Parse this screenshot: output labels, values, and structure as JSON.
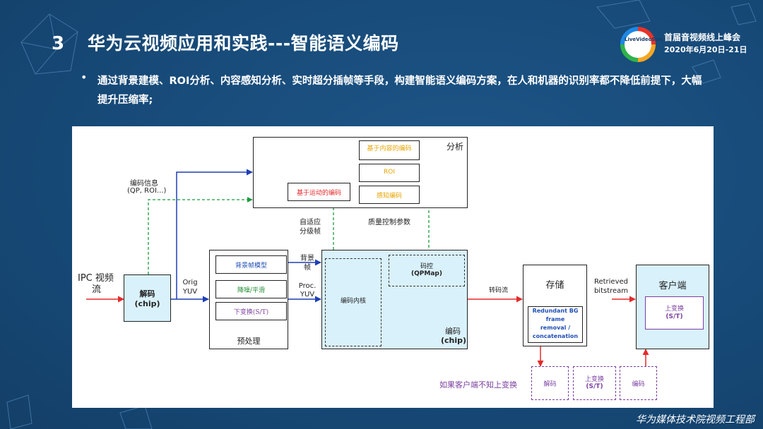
{
  "slide": {
    "number": "3",
    "title": "华为云视频应用和实践---智能语义编码",
    "conference": {
      "logo_text": "LiveVideoStackCon",
      "name": "首届音视频线上峰会",
      "date": "2020年6月20日-21日"
    },
    "bullet": "通过背景建模、ROI分析、内容感知分析、实时超分插帧等手段，构建智能语义编码方案，在人和机器的识别率都不降低前提下，大幅提升压缩率;",
    "footer": "华为媒体技术院视频工程部"
  },
  "diagram": {
    "analysis": {
      "title": "分析",
      "content_encode": "基于内容的编码",
      "roi": "ROI",
      "perceptual": "感知编码",
      "motion_encode": "基于运动的编码"
    },
    "labels": {
      "encode_info": "编码信息",
      "encode_info_sub": "(QP, ROI...)",
      "adaptive": "自适应",
      "adaptive_sub": "分级帧",
      "quality_params": "质量控制参数",
      "ipc_stream": "IPC 视频",
      "ipc_stream_2": "流",
      "orig_yuv_1": "Orig",
      "orig_yuv_2": "YUV",
      "bg_frame_1": "背景",
      "bg_frame_2": "帧",
      "proc_yuv_1": "Proc.",
      "proc_yuv_2": "YUV",
      "transcode": "转码流",
      "retrieved_1": "Retrieved",
      "retrieved_2": "bitstream",
      "if_client": "如果客户端不知上变换"
    },
    "decoder": {
      "label": "解码",
      "sub": "(chip)"
    },
    "preprocess": {
      "title": "预处理",
      "bg_model": "背景帧模型",
      "denoise": "降噪/平滑",
      "downscale": "下变换(S/T)"
    },
    "encoder": {
      "rate_ctrl": "码控",
      "qpmap": "(QPMap)",
      "core": "编码内核",
      "label": "编码",
      "sub": "(chip)"
    },
    "storage": {
      "title": "存储",
      "redundant_1": "Redundant BG",
      "redundant_2": "frame",
      "redundant_3": "removal /",
      "redundant_4": "concatenation"
    },
    "client": {
      "title": "客户端",
      "upscale": "上变换",
      "upscale_sub": "(S/T)"
    },
    "bottom": {
      "decode": "解码",
      "upscale": "上变换",
      "upscale_sub": "(S/T)",
      "encode": "编码"
    }
  }
}
